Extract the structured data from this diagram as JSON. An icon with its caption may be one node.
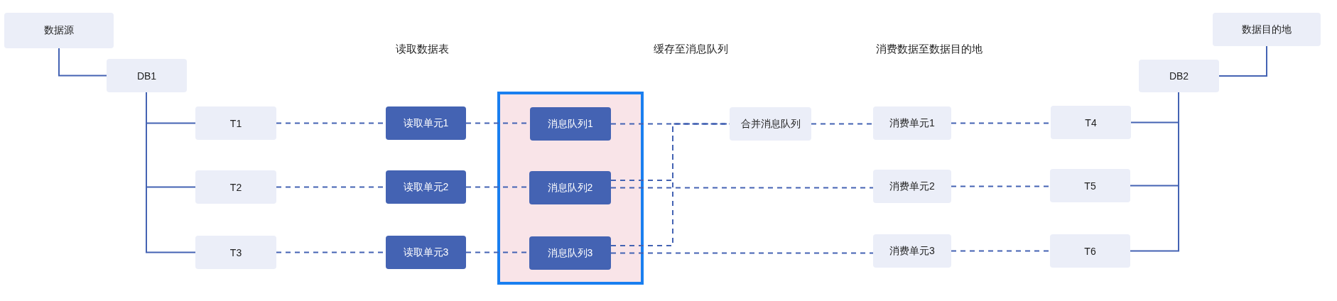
{
  "diagram": {
    "nodes": [
      {
        "text": [
          "数据源"
        ]
      },
      {
        "text": [
          "DB1"
        ]
      },
      {
        "text": [
          "T1"
        ]
      },
      {
        "text": [
          "T2"
        ]
      },
      {
        "text": [
          "T3"
        ]
      },
      {
        "text": [
          "读取单元1"
        ]
      },
      {
        "text": [
          "读取单元2"
        ]
      },
      {
        "text": [
          "读取单元3"
        ]
      },
      {
        "text": [],
        "shape": "box"
      },
      {
        "text": [
          "消息队列1"
        ],
        "in": 8
      },
      {
        "text": [
          "消息队列2"
        ],
        "in": 8
      },
      {
        "text": [
          "消息队列3"
        ],
        "in": 8
      },
      {
        "text": [
          "合并消息队列"
        ]
      },
      {
        "text": [
          "消费单元1"
        ]
      },
      {
        "text": [
          "消费单元2"
        ]
      },
      {
        "text": [
          "消费单元3"
        ]
      },
      {
        "text": [
          "T4"
        ]
      },
      {
        "text": [
          "T5"
        ]
      },
      {
        "text": [
          "T6"
        ]
      },
      {
        "text": [
          "DB2"
        ]
      },
      {
        "text": [
          "数据目的地"
        ]
      }
    ],
    "edges": [
      {
        "from": 0,
        "to": 1,
        "arrow": "none"
      },
      {
        "from": 1,
        "to": 2,
        "arrow": "none"
      },
      {
        "from": 1,
        "to": 3,
        "arrow": "none"
      },
      {
        "from": 1,
        "to": 4,
        "arrow": "none"
      },
      {
        "from": 2,
        "to": 5,
        "arrow": "none",
        "style": "dashed"
      },
      {
        "from": 3,
        "to": 6,
        "arrow": "none",
        "style": "dashed"
      },
      {
        "from": 4,
        "to": 7,
        "arrow": "none",
        "style": "dashed"
      },
      {
        "from": 5,
        "to": 9,
        "arrow": "none",
        "style": "dashed"
      },
      {
        "from": 6,
        "to": 10,
        "arrow": "none",
        "style": "dashed"
      },
      {
        "from": 7,
        "to": 11,
        "arrow": "none",
        "style": "dashed"
      },
      {
        "from": 9,
        "to": 12,
        "arrow": "none",
        "style": "dashed"
      },
      {
        "from": 10,
        "to": 12,
        "arrow": "none",
        "style": "dashed"
      },
      {
        "from": 11,
        "to": 12,
        "arrow": "none",
        "style": "dashed"
      },
      {
        "from": 12,
        "to": 13,
        "arrow": "none",
        "style": "dashed"
      },
      {
        "from": 10,
        "to": 14,
        "arrow": "none",
        "style": "dashed"
      },
      {
        "from": 11,
        "to": 15,
        "arrow": "none",
        "style": "dashed"
      },
      {
        "from": 13,
        "to": 16,
        "arrow": "none",
        "style": "dashed"
      },
      {
        "from": 14,
        "to": 17,
        "arrow": "none",
        "style": "dashed"
      },
      {
        "from": 15,
        "to": 18,
        "arrow": "none",
        "style": "dashed"
      },
      {
        "from": 16,
        "to": 19,
        "arrow": "none"
      },
      {
        "from": 17,
        "to": 19,
        "arrow": "none"
      },
      {
        "from": 18,
        "to": 19,
        "arrow": "none"
      },
      {
        "from": 19,
        "to": 20,
        "arrow": "none"
      }
    ],
    "labels": [
      "读取数据表",
      "缓存至消息队列",
      "消费数据至数据目的地"
    ]
  }
}
